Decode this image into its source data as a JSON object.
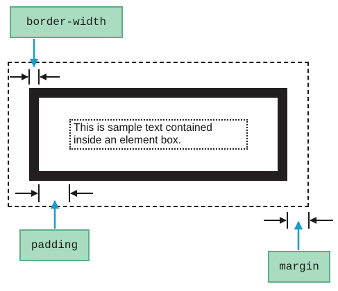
{
  "labels": {
    "border_width": "border-width",
    "padding": "padding",
    "margin": "margin"
  },
  "content_text": {
    "line1": "This is sample text contained",
    "line2": "inside an element box."
  },
  "colors": {
    "label_fill": "#a9dcc0",
    "label_border": "#5fae86",
    "callout_arrow": "#1a9cc6",
    "border_band": "#231f20",
    "outline": "#1a1a1a"
  }
}
